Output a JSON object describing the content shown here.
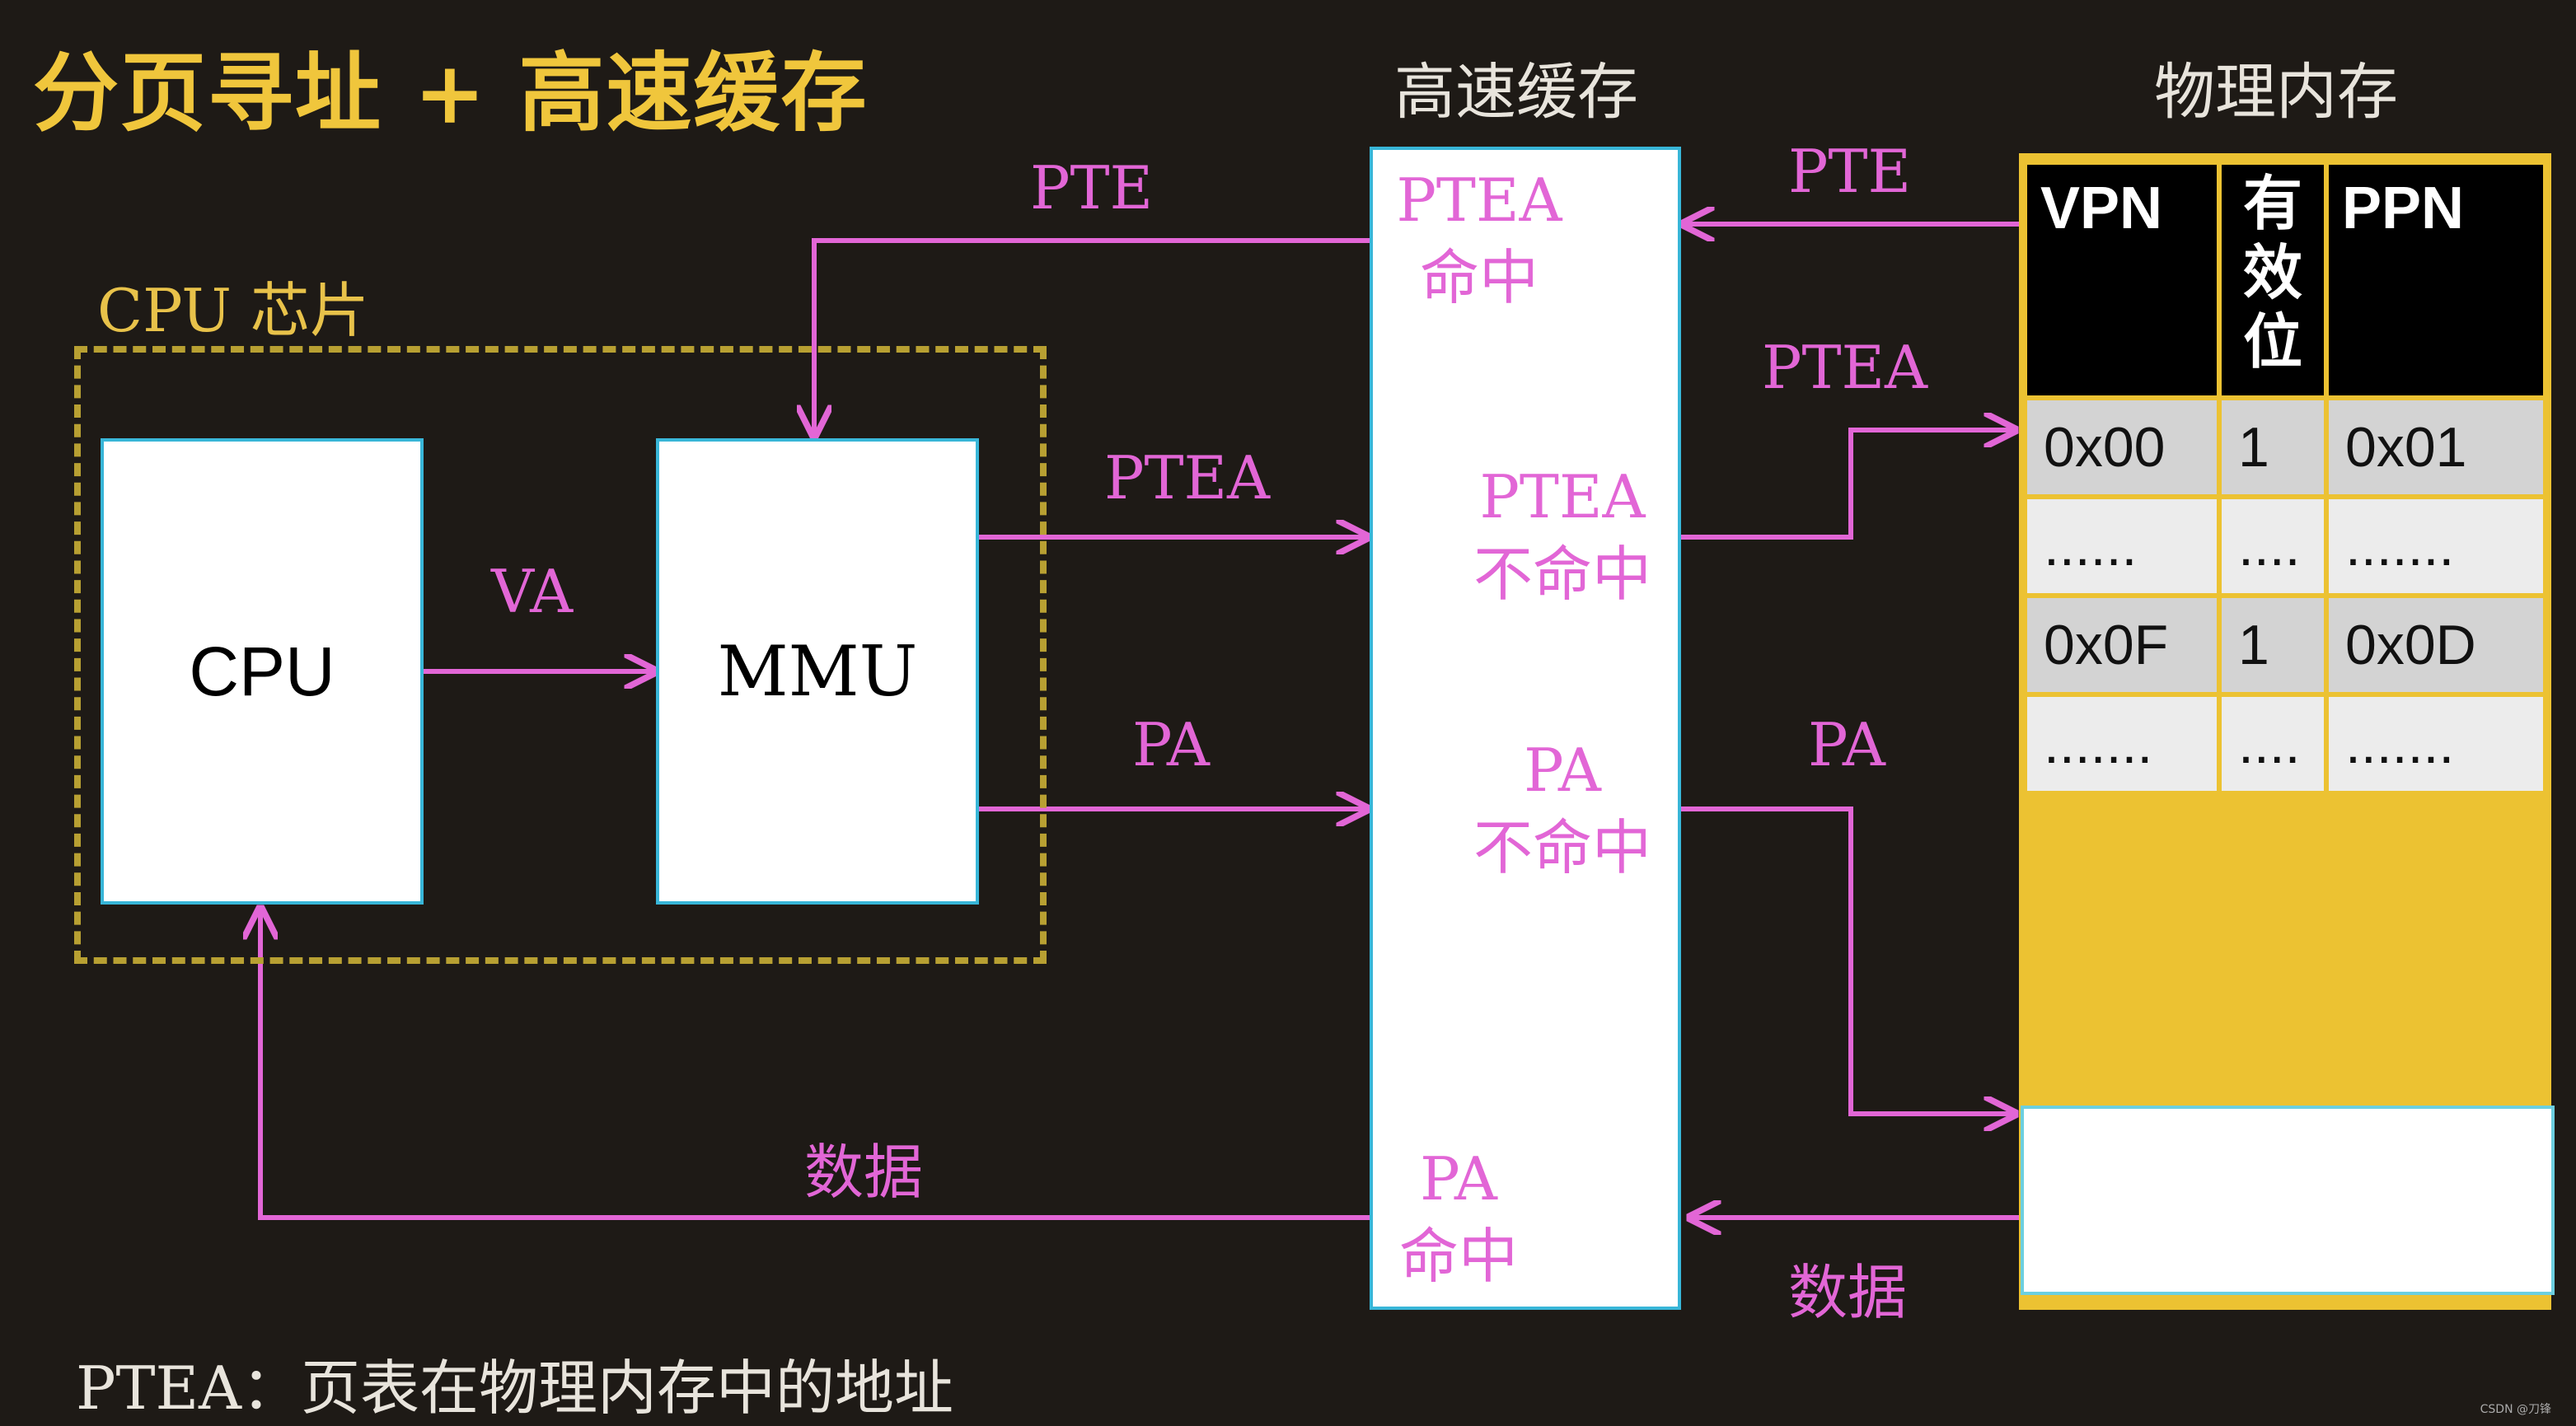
{
  "title": "分页寻址 + 高速缓存",
  "chip_label": "CPU 芯片",
  "cpu_label": "CPU",
  "mmu_label": "MMU",
  "va_label": "VA",
  "cache": {
    "heading": "高速缓存",
    "pte_hit_line1": "PTEA",
    "pte_hit_line2": "命中",
    "ptea_miss_line1": "PTEA",
    "ptea_miss_line2": "不命中",
    "pa_miss_line1": "PA",
    "pa_miss_line2": "不命中",
    "pa_hit_line1": "PA",
    "pa_hit_line2": "命中"
  },
  "arrows": {
    "pte_to_mmu": "PTE",
    "ptea_to_cache": "PTEA",
    "pa_to_cache": "PA",
    "data_to_cpu": "数据",
    "pte_from_memory": "PTE",
    "ptea_to_memory": "PTEA",
    "pa_to_memory": "PA",
    "data_from_memory": "数据"
  },
  "memory": {
    "heading": "物理内存",
    "headers": [
      "VPN",
      "有效位",
      "PPN"
    ],
    "header_valid_chars": [
      "有",
      "效",
      "位"
    ],
    "rows": [
      [
        "0x00",
        "1",
        "0x01"
      ],
      [
        "......",
        "....",
        "......."
      ],
      [
        "0x0F",
        "1",
        "0x0D"
      ],
      [
        ".......",
        "....",
        "......."
      ]
    ]
  },
  "footnote": "PTEA：页表在物理内存中的地址",
  "watermark": "CSDN @刀锋",
  "colors": {
    "background": "#1e1a16",
    "accent_yellow": "#f0c63c",
    "arrow_pink": "#e266d6",
    "box_border": "#38b6d8",
    "memory_yellow": "#ecc232"
  }
}
